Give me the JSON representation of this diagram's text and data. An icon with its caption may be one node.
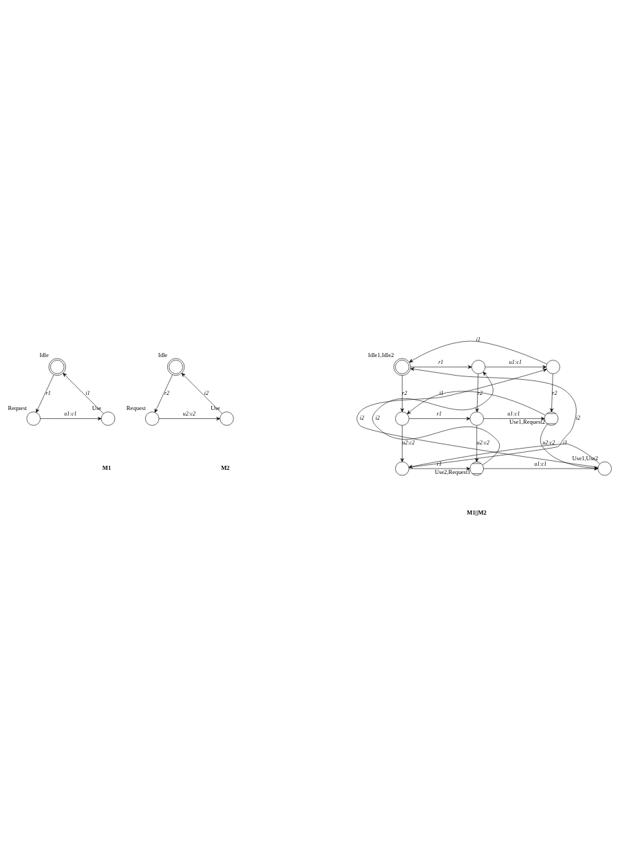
{
  "diagram": {
    "nodes": [
      {
        "text": [],
        "shape": "doublecircle",
        "beside": [
          "Idle"
        ]
      },
      {
        "text": [],
        "shape": "circle",
        "beside": [
          "Request"
        ]
      },
      {
        "text": [],
        "shape": "circle",
        "beside": [
          "Use"
        ]
      },
      {
        "text": [],
        "shape": "doublecircle",
        "beside": [
          "Idle"
        ]
      },
      {
        "text": [],
        "shape": "circle",
        "beside": [
          "Request"
        ]
      },
      {
        "text": [],
        "shape": "circle",
        "beside": [
          "Use"
        ]
      },
      {
        "text": [],
        "shape": "doublecircle",
        "beside": [
          "Idle1,Idle2"
        ]
      },
      {
        "text": [],
        "shape": "circle"
      },
      {
        "text": [],
        "shape": "circle"
      },
      {
        "text": [],
        "shape": "circle"
      },
      {
        "text": [],
        "shape": "circle"
      },
      {
        "text": [],
        "shape": "crossed-circle",
        "beside": [
          "Use1,Request2"
        ]
      },
      {
        "text": [],
        "shape": "circle"
      },
      {
        "text": [],
        "shape": "crossed-circle",
        "beside": [
          "Use2,Request1"
        ]
      },
      {
        "text": [],
        "shape": "circle",
        "beside": [
          "Use1,Use2"
        ]
      }
    ],
    "edges": [
      {
        "from": 0,
        "to": 1,
        "arrow": "to",
        "label": "r1"
      },
      {
        "from": 1,
        "to": 2,
        "arrow": "to",
        "label": "u1:c1"
      },
      {
        "from": 2,
        "to": 0,
        "arrow": "to",
        "label": "i1"
      },
      {
        "from": 3,
        "to": 4,
        "arrow": "to",
        "label": "r2"
      },
      {
        "from": 4,
        "to": 5,
        "arrow": "to",
        "label": "u2:c2"
      },
      {
        "from": 5,
        "to": 3,
        "arrow": "to",
        "label": "i2"
      },
      {
        "from": 6,
        "to": 7,
        "arrow": "to",
        "label": "r1"
      },
      {
        "from": 7,
        "to": 8,
        "arrow": "to",
        "label": "u1:c1"
      },
      {
        "from": 8,
        "to": 6,
        "arrow": "to",
        "label": "i1"
      },
      {
        "from": 6,
        "to": 9,
        "arrow": "to",
        "label": "r2"
      },
      {
        "from": 7,
        "to": 10,
        "arrow": "to",
        "label": "r2"
      },
      {
        "from": 8,
        "to": 11,
        "arrow": "to",
        "label": "r2"
      },
      {
        "from": 9,
        "to": 10,
        "arrow": "to",
        "label": "r1"
      },
      {
        "from": 10,
        "to": 11,
        "arrow": "to",
        "label": "u1:c1"
      },
      {
        "from": 11,
        "to": 9,
        "arrow": "to",
        "label": "i1"
      },
      {
        "from": 9,
        "to": 12,
        "arrow": "to",
        "label": "u2:c2"
      },
      {
        "from": 10,
        "to": 13,
        "arrow": "to",
        "label": "u2:c2"
      },
      {
        "from": 11,
        "to": 14,
        "arrow": "to",
        "label": "u2:c2"
      },
      {
        "from": 12,
        "to": 13,
        "arrow": "to",
        "label": "r1"
      },
      {
        "from": 13,
        "to": 14,
        "arrow": "to",
        "label": "u1:c1"
      },
      {
        "from": 14,
        "to": 12,
        "arrow": "to",
        "label": "i1"
      },
      {
        "from": 12,
        "to": 6,
        "arrow": "to",
        "label": "i2"
      },
      {
        "from": 13,
        "to": 7,
        "arrow": "to",
        "label": "i2"
      },
      {
        "from": 14,
        "to": 8,
        "arrow": "to",
        "label": "i2"
      }
    ],
    "labels": [
      "M1",
      "M2",
      "M1||M2"
    ]
  }
}
